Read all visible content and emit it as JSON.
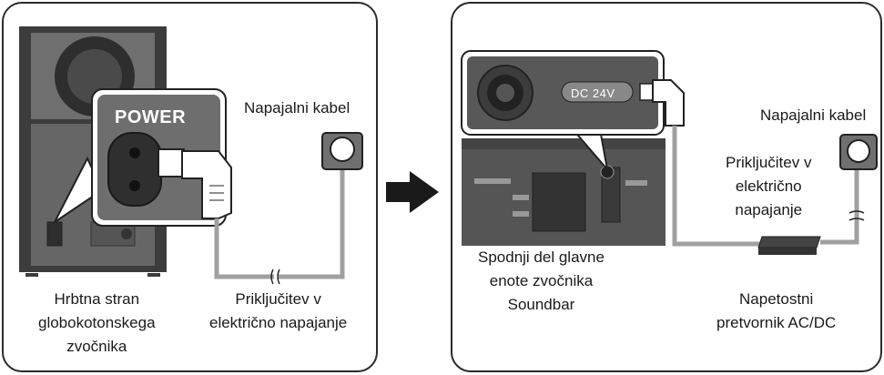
{
  "left_panel": {
    "badge": "POWER",
    "cable_label": "Napajalni kabel",
    "socket_label": [
      "Priključitev v",
      "električno napajanje"
    ],
    "back_label": [
      "Hrbtna stran",
      "globokotonskega",
      "zvočnika"
    ]
  },
  "right_panel": {
    "dc_badge": "DC 24V",
    "cable_label": "Napajalni kabel",
    "socket_label": [
      "Priključitev v",
      "električno",
      "napajanje"
    ],
    "soundbar_label": [
      "Spodnji del glavne",
      "enote zvočnika",
      "Soundbar"
    ],
    "adapter_label": [
      "Napetostni",
      "pretvornik AC/DC"
    ]
  },
  "colors": {
    "outline": "#2b2b2b",
    "device_gray": "#6f6f6f",
    "cable_gray": "#a0a0a0",
    "arrow": "#1a1a1a"
  }
}
